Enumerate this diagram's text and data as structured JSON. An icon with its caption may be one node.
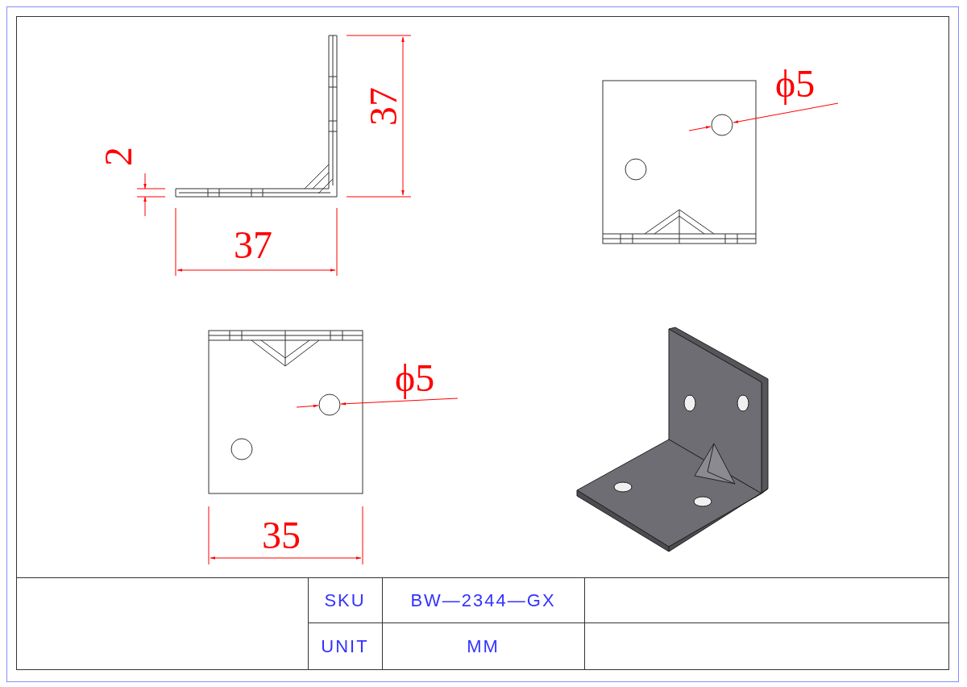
{
  "diagram": {
    "labels": [
      "37",
      "ϕ5",
      "2",
      "37",
      "ϕ5",
      "35",
      "SKU",
      "BW—2344—GX",
      "UNIT",
      "MM"
    ]
  }
}
